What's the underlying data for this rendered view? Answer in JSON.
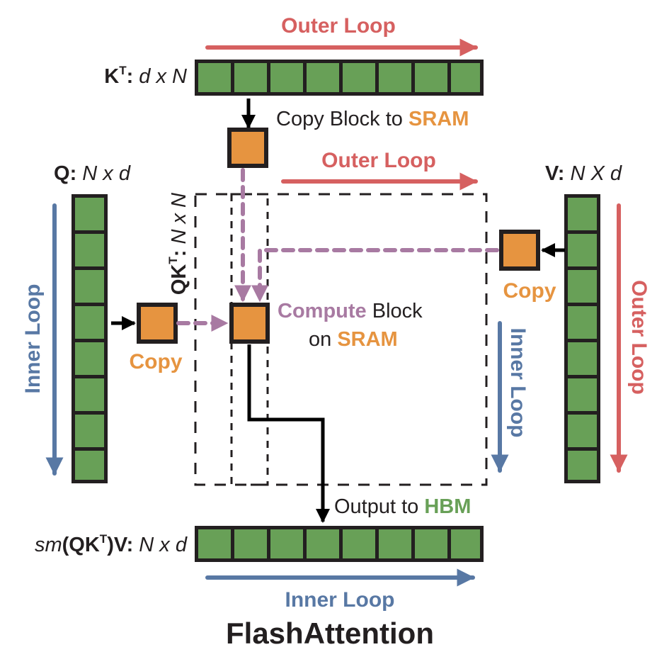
{
  "title": "FlashAttention",
  "colors": {
    "cell_fill": "#68a057",
    "cell_border": "#231f20",
    "block_fill": "#e69440",
    "outer_loop": "#d66060",
    "inner_loop": "#5878a4",
    "compute": "#a87aa2",
    "sram": "#e69440",
    "hbm": "#68a057",
    "text": "#231f20"
  },
  "matrices": {
    "kt": {
      "name": "K",
      "sup": "T",
      "sep": ":",
      "dims": " d x N",
      "cells": 8
    },
    "q": {
      "name": "Q",
      "sep": ":",
      "dims": " N x d",
      "cells": 8
    },
    "v": {
      "name": "V",
      "sep": ":",
      "dims": " N X d",
      "cells": 8
    },
    "qkt": {
      "name": "QK",
      "sup": "T",
      "sep": ":",
      "dims": " N x N"
    },
    "out": {
      "pre": "sm",
      "open": "(QK",
      "sup": "T",
      "close": ")V:",
      "dims": " N x d",
      "cells": 8
    }
  },
  "labels": {
    "outer_loop_top": "Outer Loop",
    "outer_loop_mid": "Outer Loop",
    "outer_loop_right": "Outer Loop",
    "inner_loop_left": "Inner Loop",
    "inner_loop_right": "Inner Loop",
    "inner_loop_bottom": "Inner Loop",
    "copy_block_prefix": "Copy Block to ",
    "copy_block_sram": "SRAM",
    "copy_left": "Copy",
    "copy_right": "Copy",
    "compute_word": "Compute",
    "compute_block": " Block",
    "compute_on": "on ",
    "compute_sram": "SRAM",
    "output_prefix": "Output to ",
    "output_hbm": "HBM"
  }
}
